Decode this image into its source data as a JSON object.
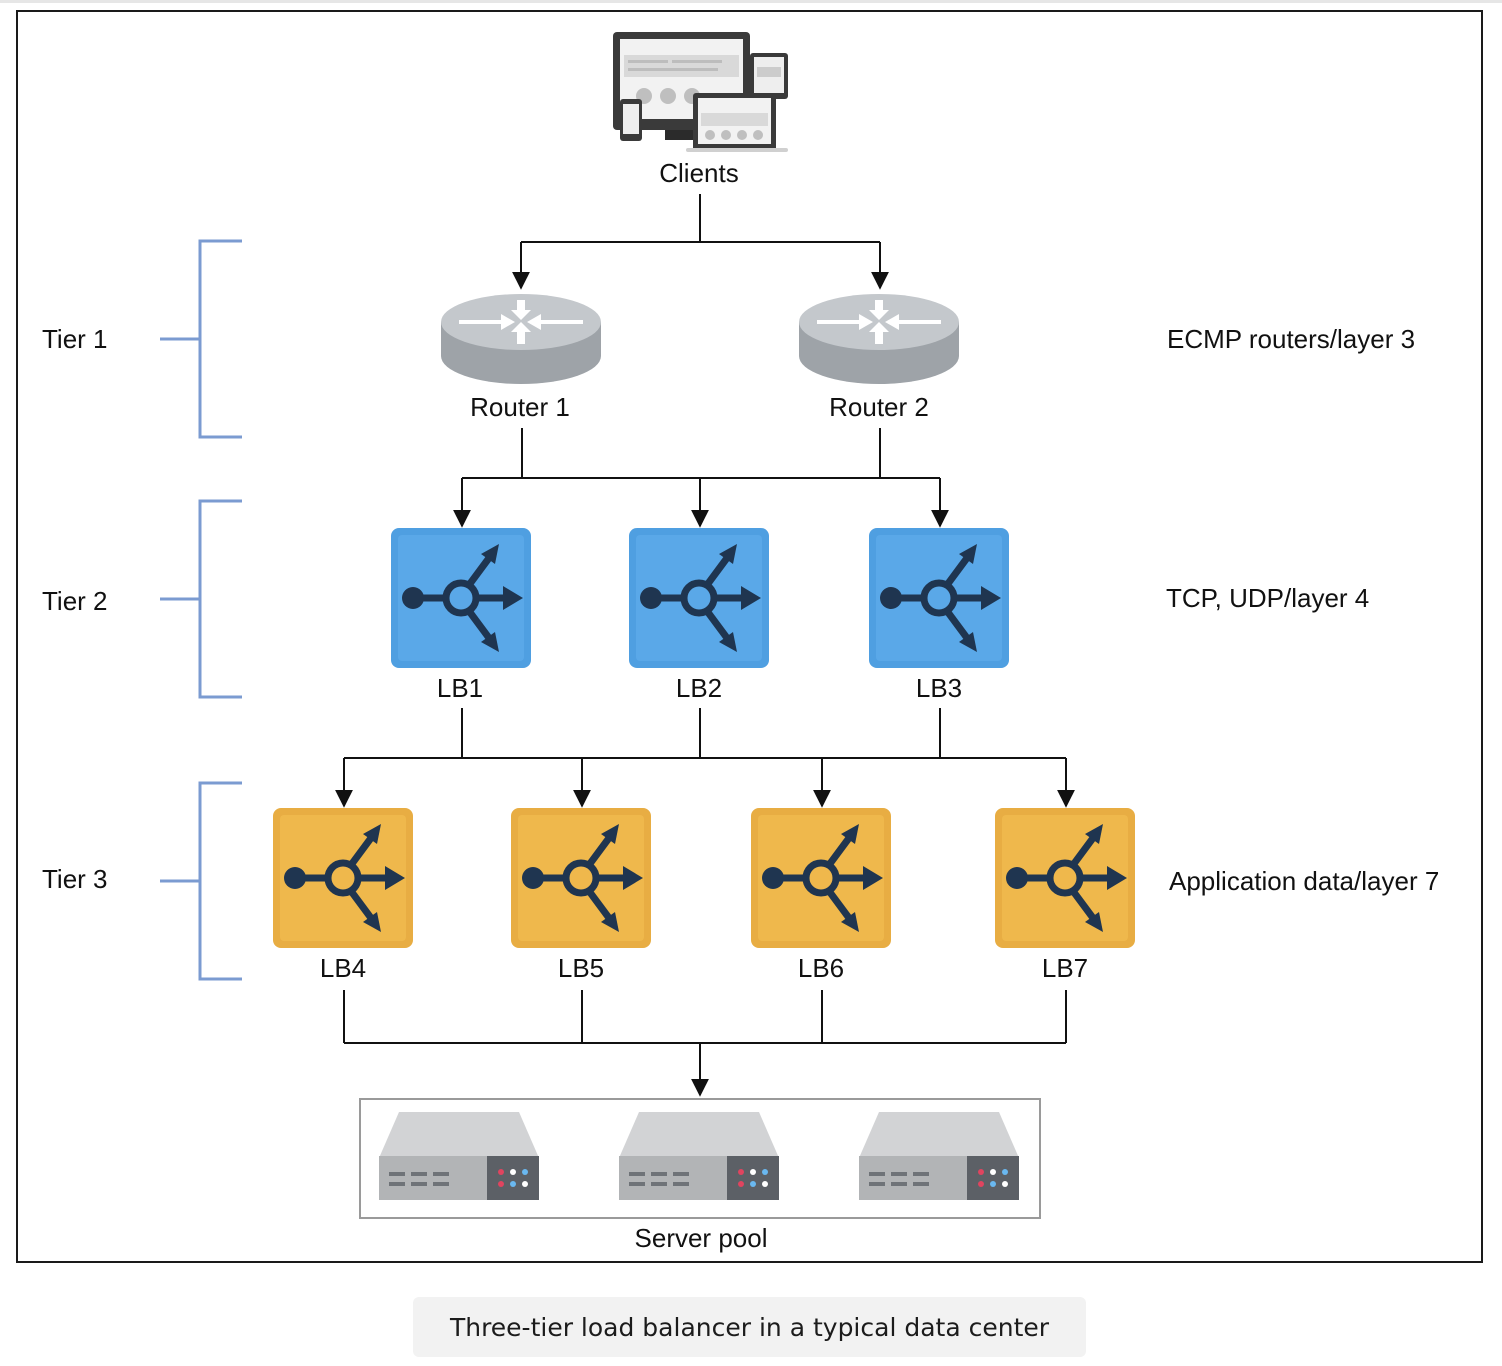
{
  "diagram": {
    "clients_label": "Clients",
    "tiers": [
      {
        "label": "Tier 1",
        "layer": "ECMP routers/layer 3"
      },
      {
        "label": "Tier 2",
        "layer": "TCP, UDP/layer 4"
      },
      {
        "label": "Tier 3",
        "layer": "Application data/layer 7"
      }
    ],
    "routers": [
      "Router 1",
      "Router 2"
    ],
    "tier2_lbs": [
      "LB1",
      "LB2",
      "LB3"
    ],
    "tier3_lbs": [
      "LB4",
      "LB5",
      "LB6",
      "LB7"
    ],
    "server_pool_label": "Server pool",
    "colors": {
      "tier2_lb": "#4f9fe1",
      "tier3_lb": "#e8ad43",
      "bracket": "#7b9bd1",
      "router": "#a7adb3",
      "server": "#b8b9bb"
    }
  },
  "caption": "Three-tier load balancer in a typical data center"
}
